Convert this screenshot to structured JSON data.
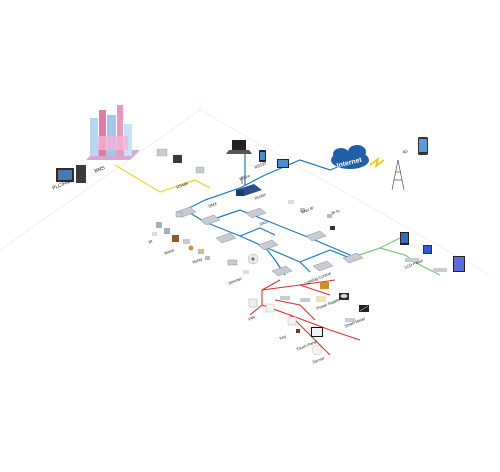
{
  "labels": {
    "bms": "BMS",
    "plc_hmi": "PLC/HMI",
    "rs485": "RS485",
    "rs232": "RS232",
    "router": "Router",
    "ip_gateway": "IP/Gw",
    "internet": "Internet",
    "g4": "4G",
    "dmx": "DMX",
    "dali": "DALI",
    "ir": "IR",
    "knx_ip": "KNX IP",
    "ir_in": "IR In",
    "motor": "Motor",
    "relay": "Relay",
    "dimmer": "Dimmer",
    "sensor": "Sensor",
    "pir": "PIR",
    "key": "Key",
    "touch_panel": "Touch Panel",
    "lcd_panel": "LCD Panel",
    "power_supply": "Power Supply",
    "smart_meter": "Smart Meter",
    "lighting_control": "Lighting Control"
  },
  "colors": {
    "ethernet": "#1f7ab8",
    "serial": "#e8d83a",
    "bus": "#d83030",
    "green_bus": "#7cc47a",
    "device": "#c8ccd2",
    "cloud": "#1f5fa8"
  },
  "icons": [
    "building-icon",
    "plc-hmi-icon",
    "router-icon",
    "cloud-icon",
    "tower-icon",
    "phone-icon",
    "laptop-icon",
    "tablet-icon",
    "module-icon",
    "sensor-icon",
    "panel-icon",
    "lamp-icon"
  ]
}
